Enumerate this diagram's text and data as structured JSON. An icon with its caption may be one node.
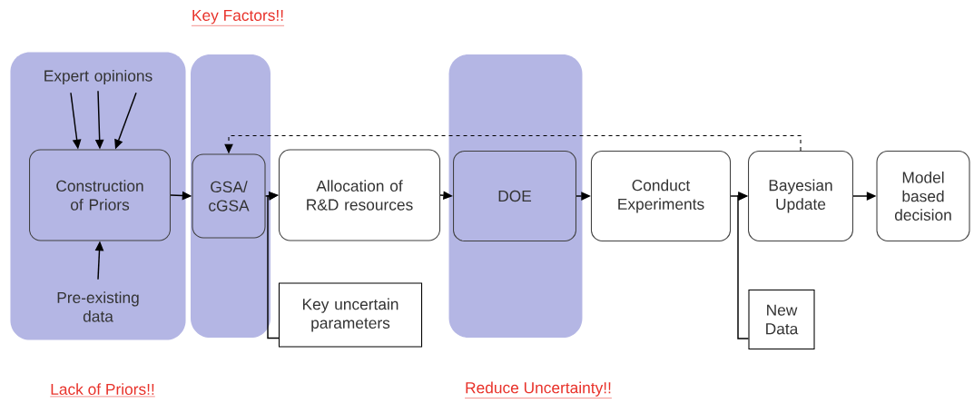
{
  "diagram": {
    "nodes": [
      {
        "text": [],
        "shape": "box"
      },
      {
        "text": [
          "Expert opinions"
        ],
        "in": 0
      },
      {
        "text": [
          "Construction of Priors"
        ],
        "in": 0
      },
      {
        "text": [
          "Pre-existing data"
        ],
        "in": 0
      },
      {
        "text": [],
        "shape": "box"
      },
      {
        "text": [
          "GSA/ cGSA"
        ],
        "in": 4
      },
      {
        "text": [
          "Allocation of R&D resources"
        ]
      },
      {
        "text": [
          "Key uncertain parameters"
        ]
      },
      {
        "text": [],
        "shape": "box"
      },
      {
        "text": [
          "DOE"
        ],
        "in": 8
      },
      {
        "text": [
          "Conduct Experiments"
        ]
      },
      {
        "text": [
          "Bayesian Update"
        ]
      },
      {
        "text": [
          "Model based decision"
        ]
      },
      {
        "text": [
          "New Data"
        ]
      }
    ],
    "edges": [
      {
        "from": 1,
        "to": 2,
        "arrow": "to"
      },
      {
        "from": 1,
        "to": 2,
        "arrow": "to"
      },
      {
        "from": 1,
        "to": 2,
        "arrow": "to"
      },
      {
        "from": 3,
        "to": 2,
        "arrow": "to"
      },
      {
        "from": 2,
        "to": 5,
        "arrow": "to"
      },
      {
        "from": 5,
        "to": 6,
        "arrow": "to"
      },
      {
        "from": 7,
        "to": 6,
        "arrow": "to"
      },
      {
        "from": 6,
        "to": 9,
        "arrow": "to"
      },
      {
        "from": 9,
        "to": 10,
        "arrow": "to"
      },
      {
        "from": 10,
        "to": 11,
        "arrow": "to"
      },
      {
        "from": 13,
        "to": 11,
        "arrow": "to"
      },
      {
        "from": 11,
        "to": 12,
        "arrow": "to"
      },
      {
        "from": 11,
        "to": 5,
        "arrow": "to",
        "style": "dashed"
      }
    ],
    "labels": [
      "Key Factors!!",
      "Lack of Priors!!",
      "Reduce Uncertainty!!"
    ]
  }
}
